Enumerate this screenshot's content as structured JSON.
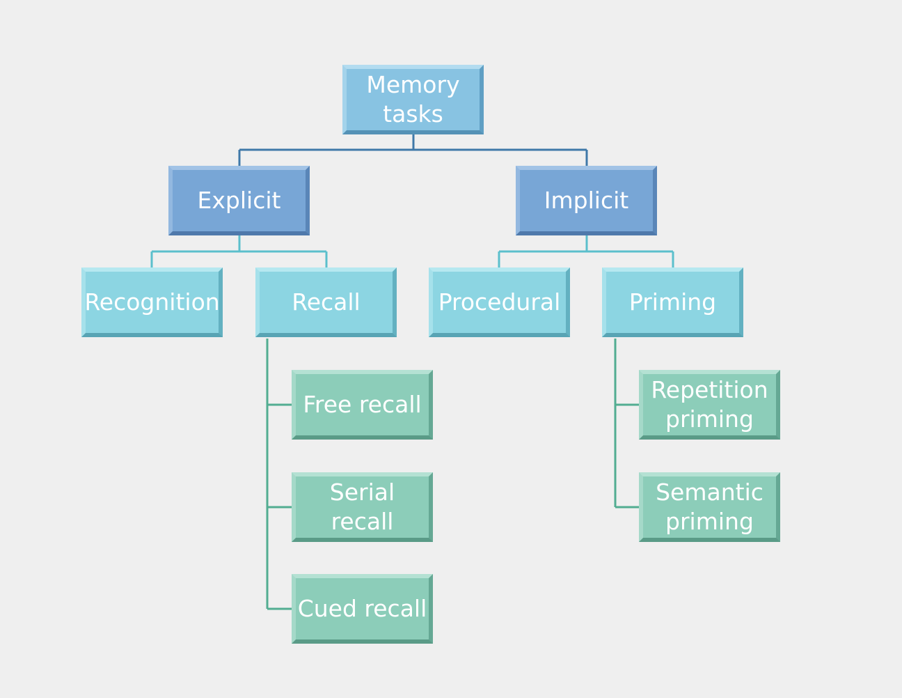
{
  "diagram": {
    "nodes": {
      "root": "Memory\ntasks",
      "explicit": "Explicit",
      "implicit": "Implicit",
      "recognition": "Recognition",
      "recall": "Recall",
      "procedural": "Procedural",
      "priming": "Priming",
      "free_recall": "Free recall",
      "serial_recall": "Serial recall",
      "cued_recall": "Cued recall",
      "repetition_priming": "Repetition\npriming",
      "semantic_priming": "Semantic\npriming"
    },
    "colors": {
      "root": "#88c3e2",
      "level1": "#78a6d6",
      "level2": "#8cd5e2",
      "level3": "#8ccdb9",
      "line_top": "#3f78a8",
      "line_mid": "#5bbfcc",
      "line_low": "#52ad91",
      "background": "#efefef"
    }
  }
}
